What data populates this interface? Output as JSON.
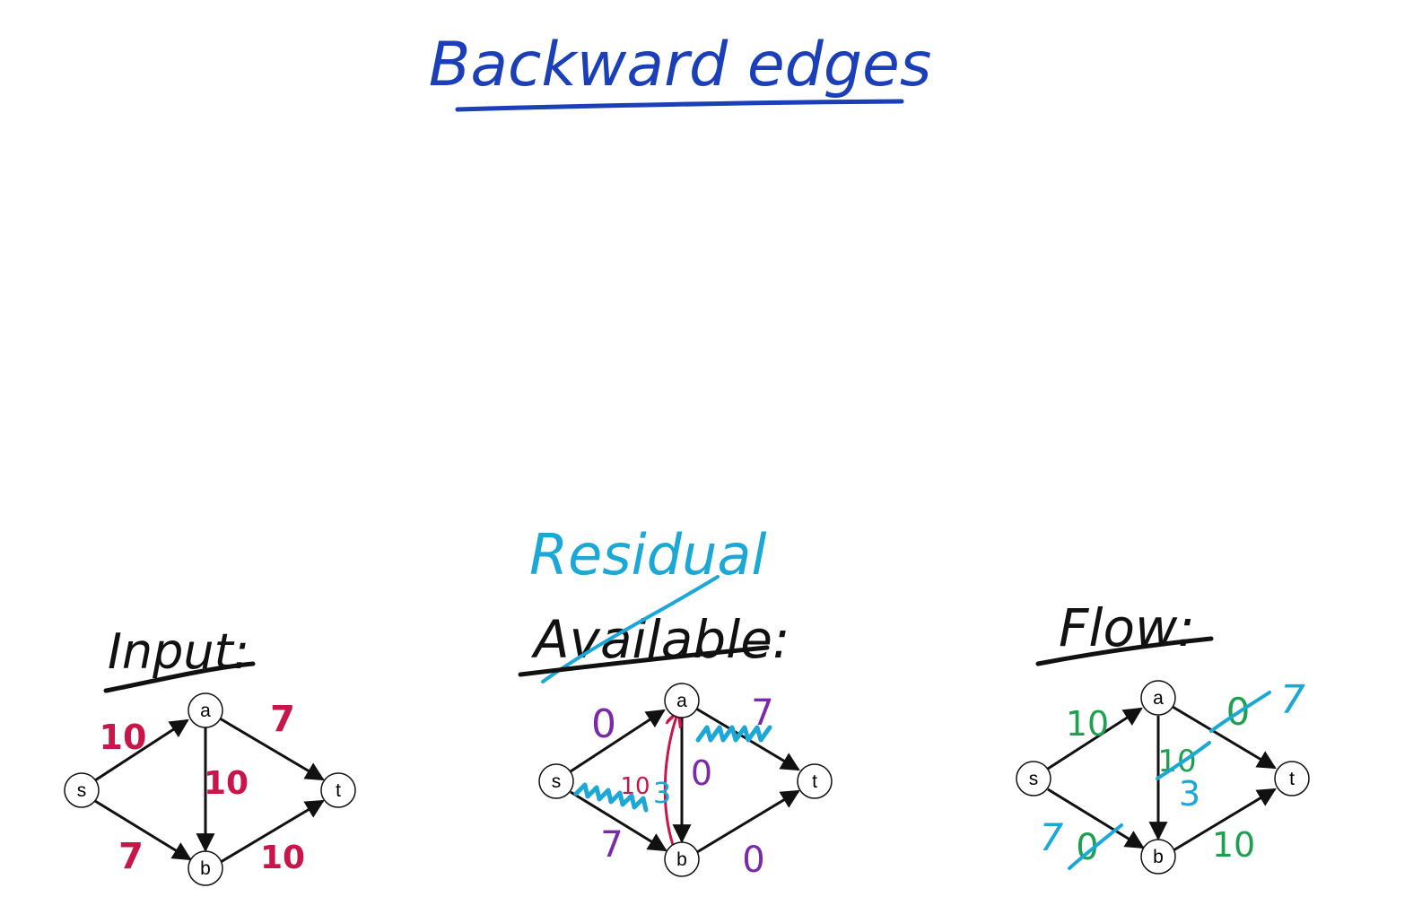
{
  "title": "Backward edges",
  "colors": {
    "title": "#1a3fb8",
    "capacity": "#c8154a",
    "residual": "#7a2aa8",
    "flow": "#1ea050",
    "correction": "#1ba8d6",
    "augment_path": "#c8154a",
    "ink": "#111111"
  },
  "panels": {
    "input": {
      "heading": "Input:",
      "nodes": {
        "s": "s",
        "a": "a",
        "b": "b",
        "t": "t"
      },
      "labels": {
        "sa": "10",
        "at": "7",
        "ab": "10",
        "sb": "7",
        "bt": "10"
      }
    },
    "residual": {
      "heading_struck": "Available:",
      "heading_new": "Residual",
      "nodes": {
        "s": "s",
        "a": "a",
        "b": "b",
        "t": "t"
      },
      "labels": {
        "sa": "0",
        "at": "7",
        "ab": "0",
        "sb": "7",
        "bt": "0",
        "ba": "10",
        "ba2": "3"
      }
    },
    "flow": {
      "heading": "Flow:",
      "nodes": {
        "s": "s",
        "a": "a",
        "b": "b",
        "t": "t"
      },
      "labels": {
        "sa": "10",
        "at_old": "0",
        "at_new": "7",
        "ab_old": "10",
        "ab_new": "3",
        "sb_new": "7",
        "sb_old": "0",
        "bt": "10"
      }
    }
  }
}
